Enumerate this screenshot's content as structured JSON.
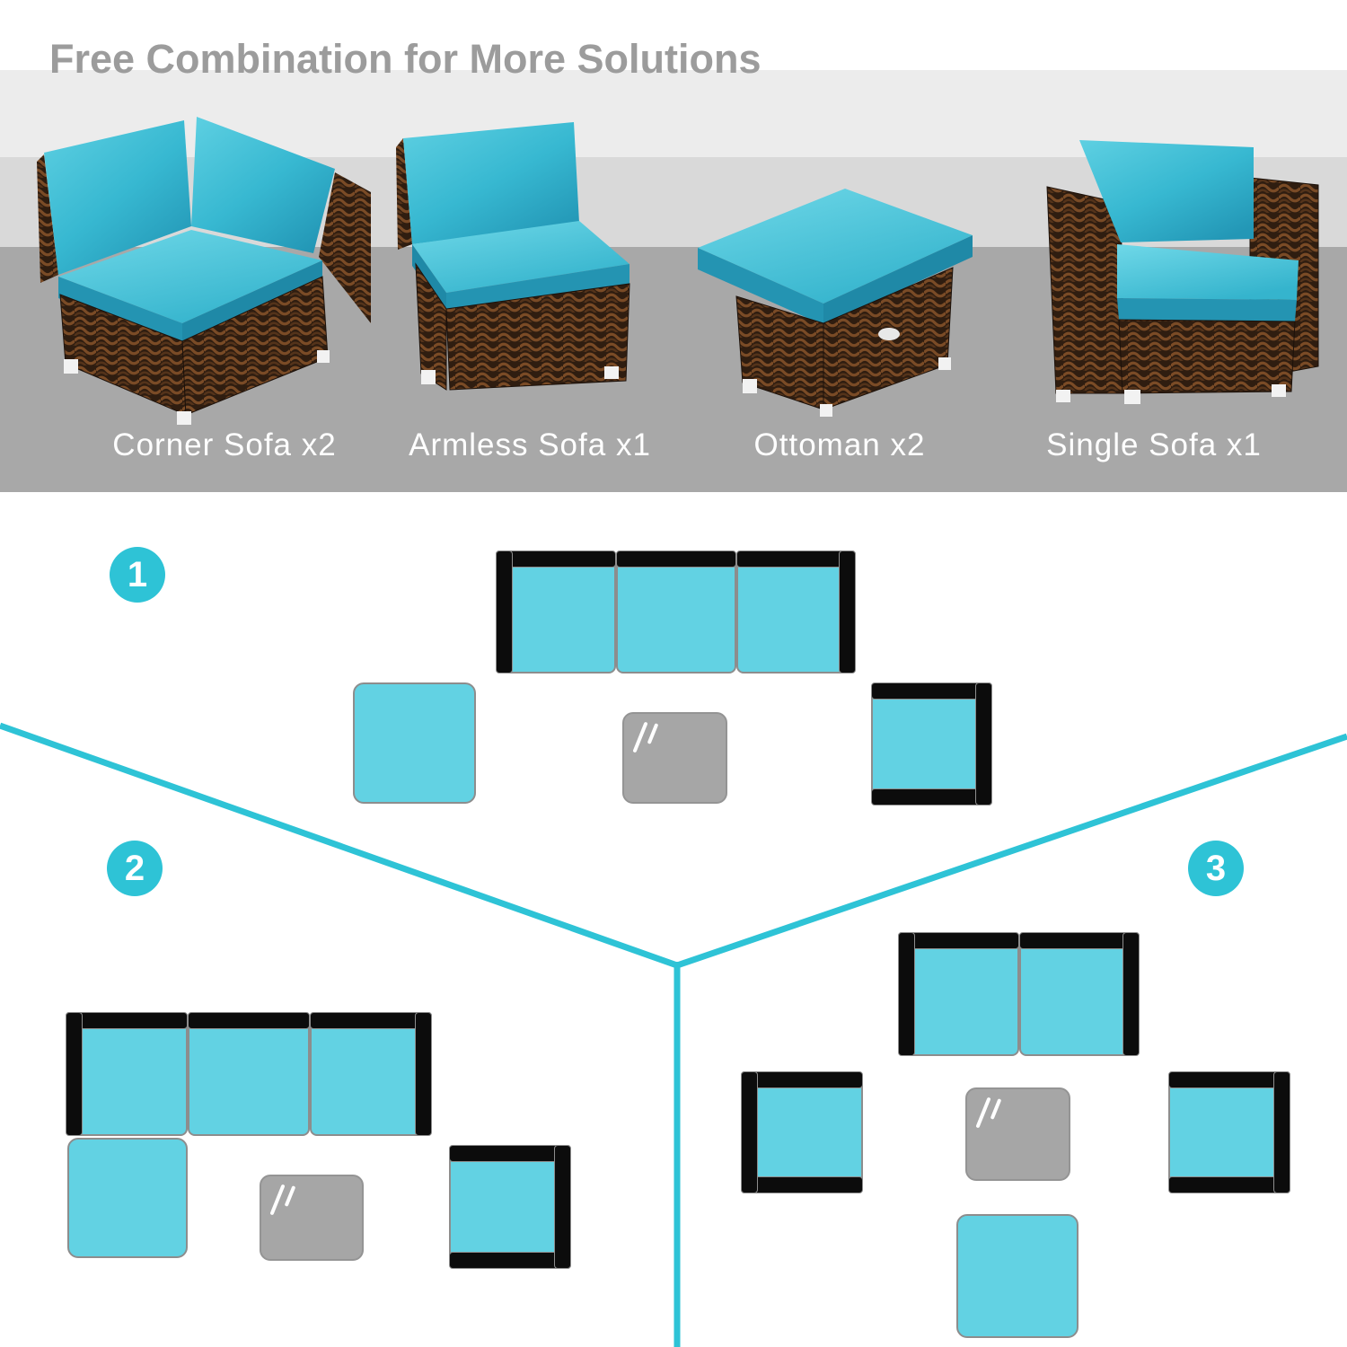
{
  "header": {
    "title": "Free Combination for More Solutions",
    "products": [
      {
        "name": "corner-sofa",
        "label": "Corner Sofa x2"
      },
      {
        "name": "armless-sofa",
        "label": "Armless Sofa x1"
      },
      {
        "name": "ottoman",
        "label": "Ottoman x2"
      },
      {
        "name": "single-sofa",
        "label": "Single Sofa x1"
      }
    ]
  },
  "combinations": [
    {
      "number": "1",
      "pieces": [
        "three-seat sofa (corner + armless + corner)",
        "ottoman",
        "glass coffee table",
        "single sofa"
      ]
    },
    {
      "number": "2",
      "pieces": [
        "three-seat sofa (corner + armless + corner)",
        "ottoman chaise",
        "glass coffee table",
        "single sofa"
      ]
    },
    {
      "number": "3",
      "pieces": [
        "two-seat sofa (corner + corner)",
        "armchair facing right",
        "glass coffee table",
        "armchair facing left",
        "ottoman"
      ]
    }
  ],
  "icons": {
    "glass_reflection": "glass-reflection-icon",
    "badge_shape": "numbered-circle-badge"
  },
  "palette": {
    "accent_cyan": "#2ec3d6",
    "diagram_seat_cyan": "#62d2e3",
    "diagram_outline_gray": "#8d8d8d",
    "diagram_black": "#0c0c0c",
    "table_gray": "#a6a6a6",
    "cushion_teal": "#37b8d1",
    "wicker_brown": "#2f1d10",
    "title_gray": "#9c9c9c",
    "band_light": "#ececec",
    "band_mid": "#d9d9d9",
    "band_dark": "#a8a8a8",
    "label_white": "#ffffff"
  }
}
